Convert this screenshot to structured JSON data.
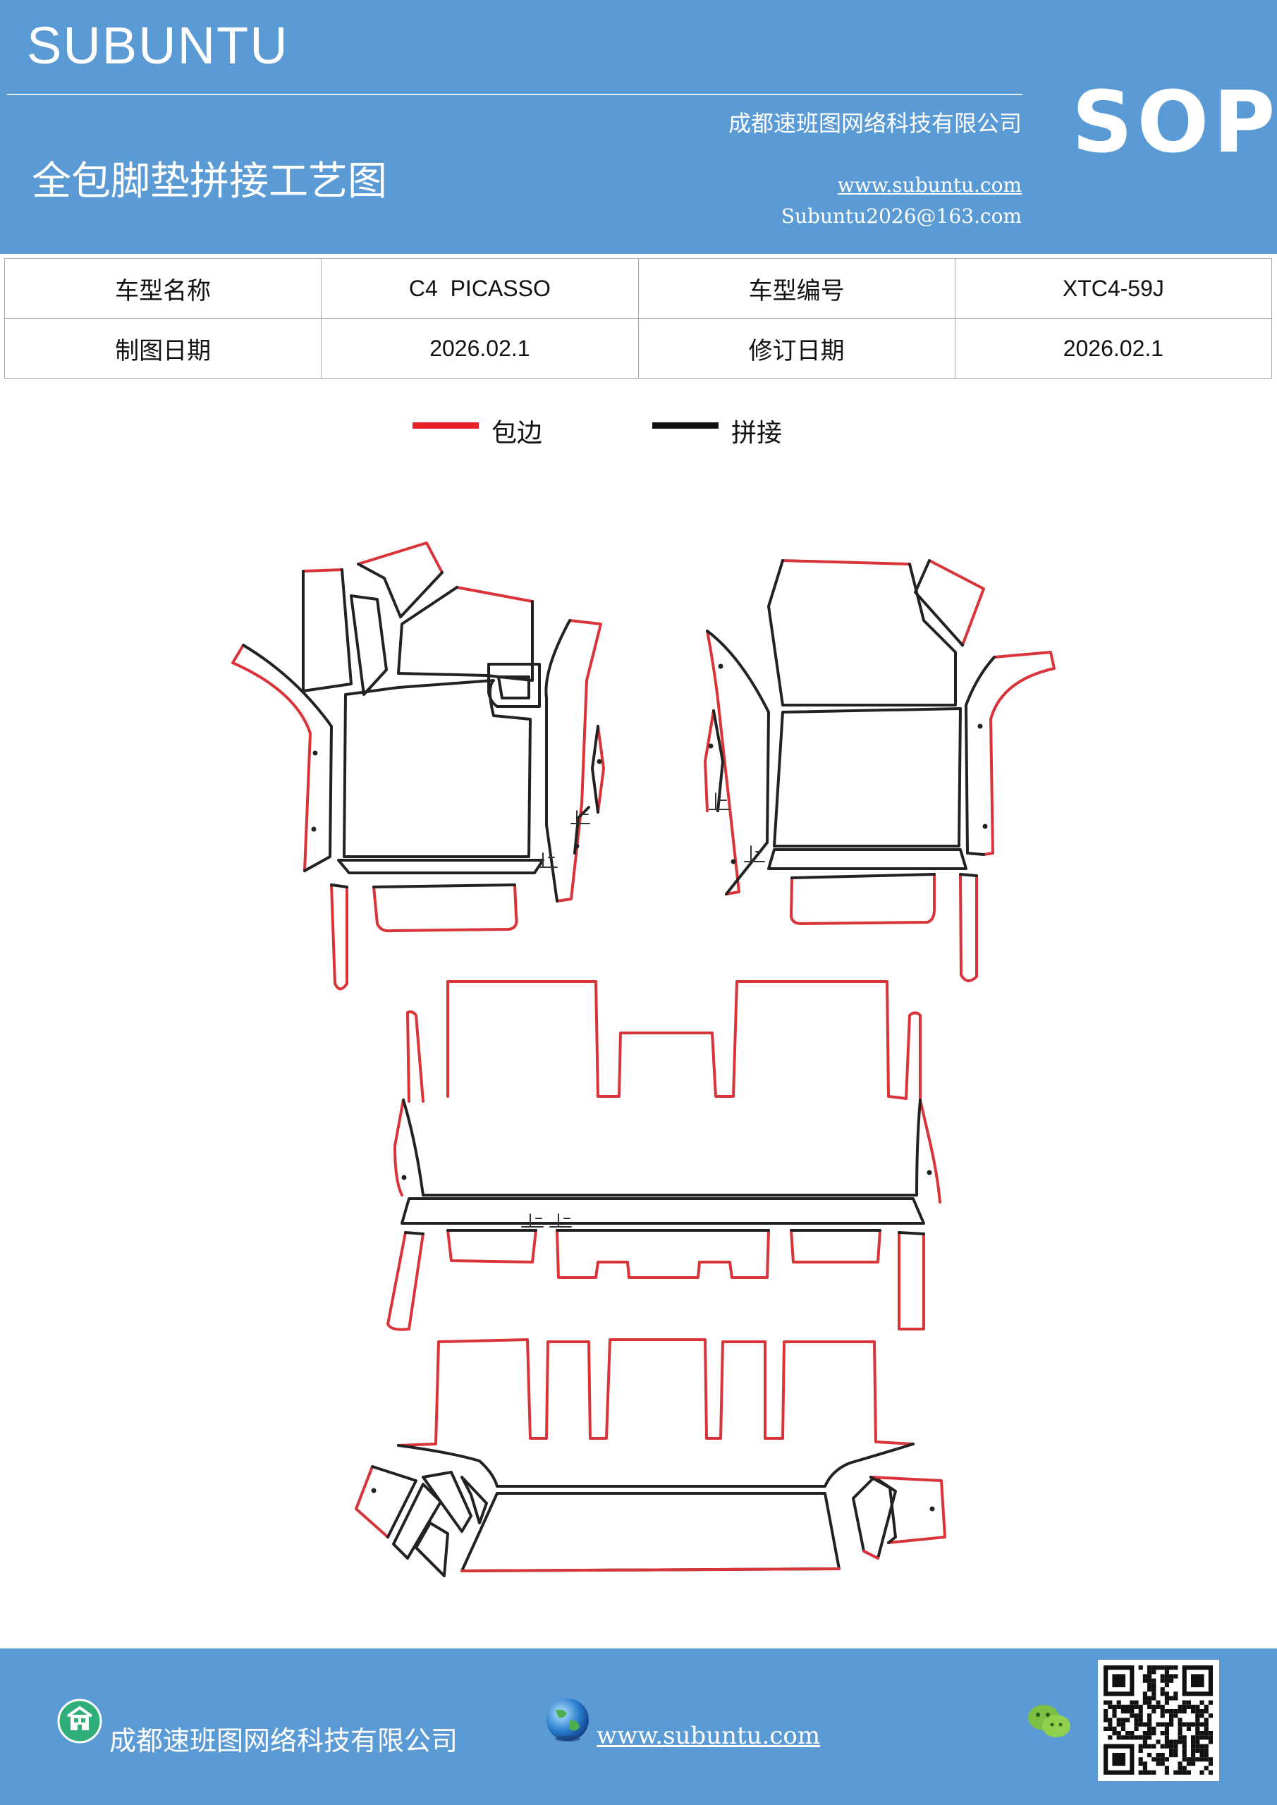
{
  "header": {
    "brand": "SUBUNTU",
    "company": "成都速班图网络科技有限公司",
    "sop": "SOP",
    "title": "全包脚垫拼接工艺图",
    "website": "www.subuntu.com",
    "email": "Subuntu2026@163.com"
  },
  "info": {
    "row1": {
      "label1": "车型名称",
      "value1": "C4  PICASSO",
      "label2": "车型编号",
      "value2": "XTC4-59J"
    },
    "row2": {
      "label1": "制图日期",
      "value1": "2026.02.1",
      "label2": "修订日期",
      "value2": "2026.02.1"
    }
  },
  "legend": [
    {
      "label": "包边",
      "color": "#e8202a"
    },
    {
      "label": "拼接",
      "color": "#111111"
    }
  ],
  "colors": {
    "banner": "#5b9bd5",
    "edge": "#d9343a",
    "seam": "#222222"
  },
  "footer": {
    "company": "成都速班图网络科技有限公司",
    "website": "www.subuntu.com",
    "icons": [
      "building-icon",
      "globe-icon",
      "wechat-icon",
      "qr-code"
    ]
  }
}
